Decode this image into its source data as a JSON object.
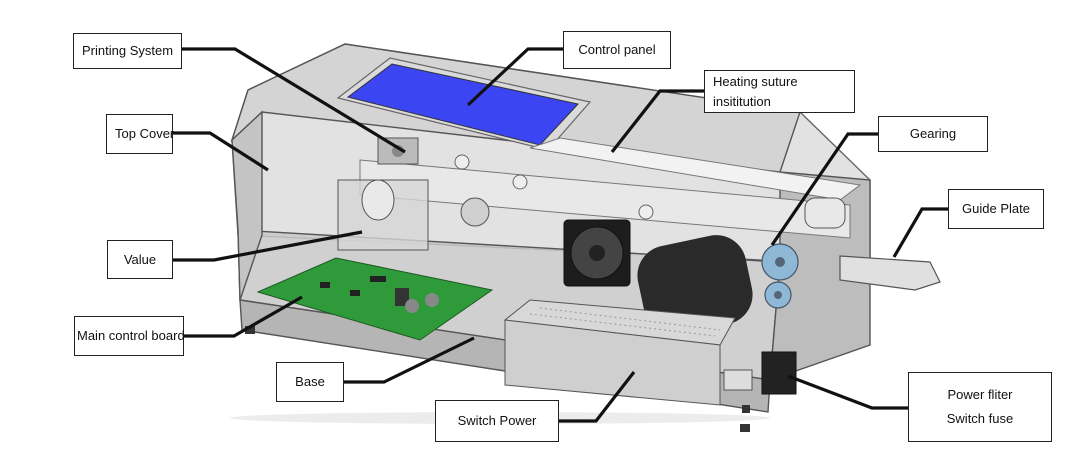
{
  "labels": {
    "printing_system": "Printing System",
    "control_panel": "Control panel",
    "heating_line1": "Heating suture",
    "heating_line2": "insititution",
    "top_cover": "Top Cover",
    "gearing": "Gearing",
    "guide_plate": "Guide Plate",
    "value": "Value",
    "main_control_board": "Main control board",
    "base": "Base",
    "switch_power": "Switch Power",
    "power_filter_line1": "Power fliter",
    "power_filter_line2": "Switch fuse"
  },
  "colors": {
    "display_screen": "#3b45f2",
    "circuit_board": "#2f9a3a",
    "fan": "#1d1d1d",
    "motor": "#2a2a2a",
    "gears": "#8fb7d6",
    "enclosure": "#d9d9d9"
  }
}
